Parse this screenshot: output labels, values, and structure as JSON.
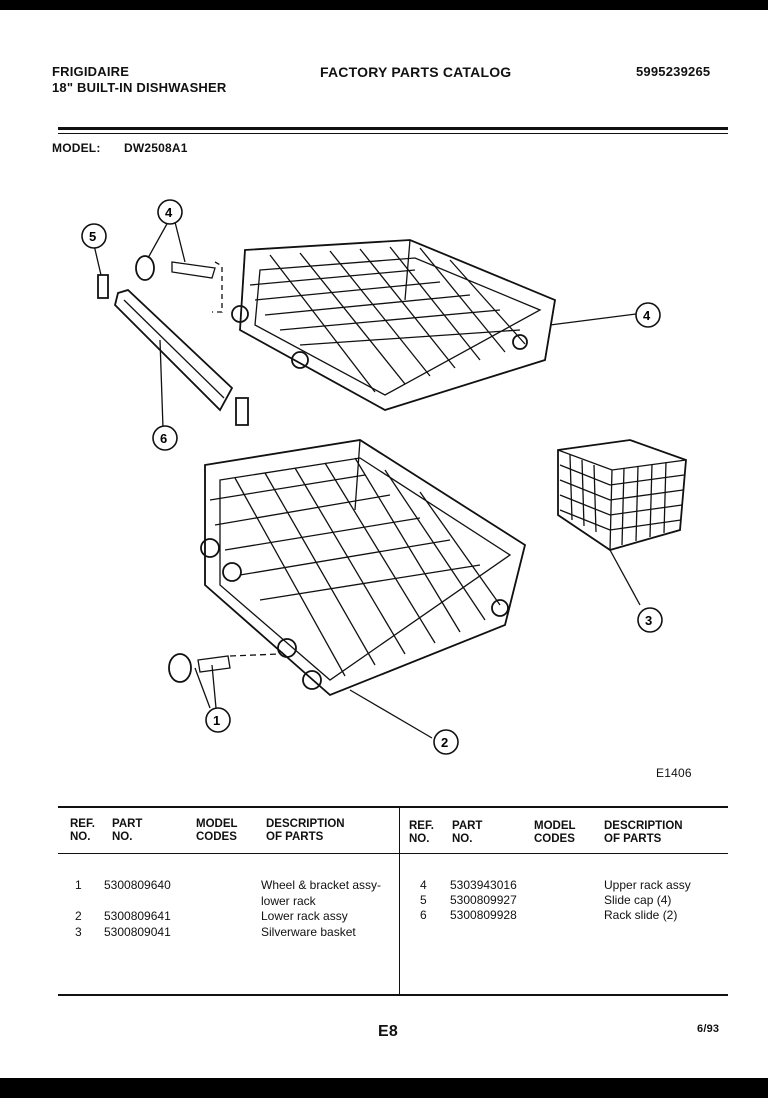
{
  "header": {
    "brand": "FRIGIDAIRE",
    "product": "18\" BUILT-IN DISHWASHER",
    "catalog_title": "FACTORY PARTS CATALOG",
    "catalog_number": "5995239265",
    "model_label": "MODEL:",
    "model_value": "DW2508A1"
  },
  "diagram": {
    "figure_code": "E1406",
    "callouts": [
      "4",
      "5",
      "4",
      "6",
      "3",
      "1",
      "2"
    ]
  },
  "table": {
    "columns": [
      {
        "line1": "REF.",
        "line2": "NO."
      },
      {
        "line1": "PART",
        "line2": "NO."
      },
      {
        "line1": "MODEL",
        "line2": "CODES"
      },
      {
        "line1": "DESCRIPTION",
        "line2": "OF PARTS"
      }
    ],
    "left_rows": [
      {
        "ref": "1",
        "part": "5300809640",
        "codes": "",
        "desc": "Wheel & bracket assy-",
        "desc2": "lower rack"
      },
      {
        "ref": "2",
        "part": "5300809641",
        "codes": "",
        "desc": "Lower rack assy",
        "desc2": ""
      },
      {
        "ref": "3",
        "part": "5300809041",
        "codes": "",
        "desc": "Silverware basket",
        "desc2": ""
      }
    ],
    "right_rows": [
      {
        "ref": "4",
        "part": "5303943016",
        "codes": "",
        "desc": "Upper rack assy"
      },
      {
        "ref": "5",
        "part": "5300809927",
        "codes": "",
        "desc": "Slide cap (4)"
      },
      {
        "ref": "6",
        "part": "5300809928",
        "codes": "",
        "desc": "Rack slide (2)"
      }
    ]
  },
  "footer": {
    "page_code": "E8",
    "date": "6/93"
  }
}
